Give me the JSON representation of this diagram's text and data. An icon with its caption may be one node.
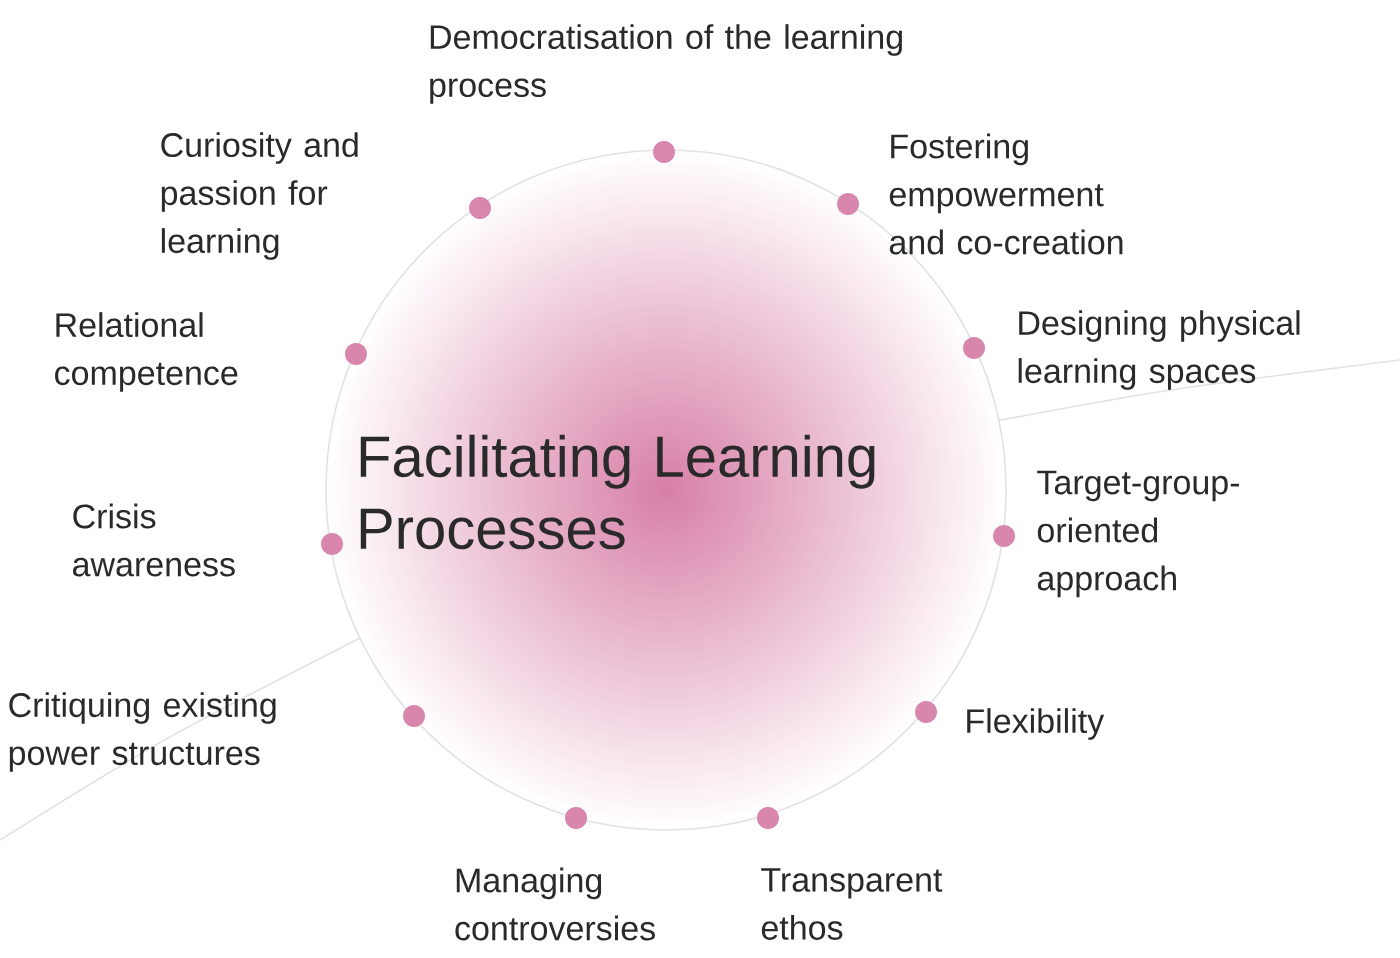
{
  "diagram": {
    "nodes": [
      {
        "text": [
          "Facilitating Learning Processes"
        ]
      },
      {
        "text": [],
        "shape": "circle",
        "beside": [
          "Democratisation of the learning process"
        ]
      },
      {
        "text": [],
        "shape": "circle",
        "beside": [
          "Fostering empowerment and co-creation"
        ]
      },
      {
        "text": [],
        "shape": "circle",
        "beside": [
          "Designing physical learning spaces"
        ]
      },
      {
        "text": [],
        "shape": "circle",
        "beside": [
          "Target-group-oriented approach"
        ]
      },
      {
        "text": [],
        "shape": "circle",
        "beside": [
          "Flexibility"
        ]
      },
      {
        "text": [],
        "shape": "circle",
        "beside": [
          "Transparent ethos"
        ]
      },
      {
        "text": [],
        "shape": "circle",
        "beside": [
          "Managing controversies"
        ]
      },
      {
        "text": [],
        "shape": "circle",
        "beside": [
          "Critiquing existing power structures"
        ]
      },
      {
        "text": [],
        "shape": "circle",
        "beside": [
          "Crisis awareness"
        ]
      },
      {
        "text": [],
        "shape": "circle",
        "beside": [
          "Relational competence"
        ]
      },
      {
        "text": [],
        "shape": "circle",
        "beside": [
          "Curiosity and passion for learning"
        ]
      }
    ]
  }
}
